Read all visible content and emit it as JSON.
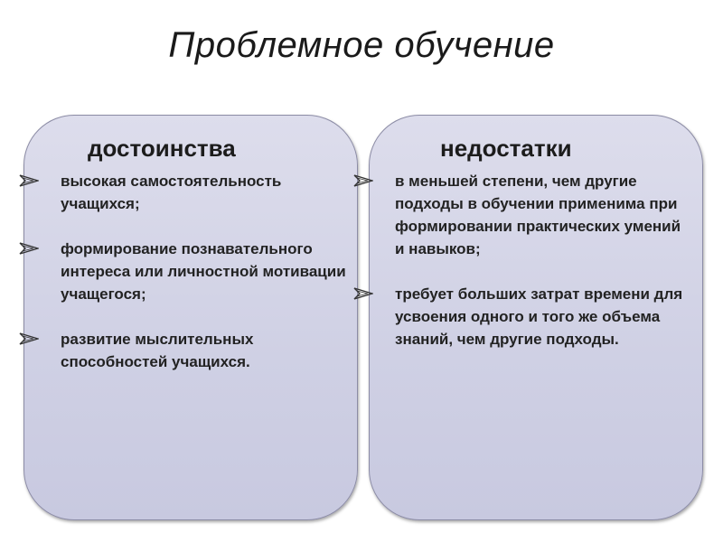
{
  "title": "Проблемное обучение",
  "panels": {
    "advantages": {
      "heading": "достоинства",
      "items": [
        "высокая самостоятельность учащихся;",
        "формирование познавательного интереса или личностной мотивации учащегося;",
        "развитие мыслительных способностей учащихся."
      ]
    },
    "disadvantages": {
      "heading": "недостатки",
      "items": [
        "в меньшей степени, чем другие подходы в обучении применима при формировании практических умений и навыков;",
        "требует больших затрат времени для усвоения одного и того же объема знаний, чем другие подходы."
      ]
    }
  },
  "icons": {
    "bullet": "arrowhead-bullet-icon"
  },
  "colors": {
    "panel_fill": "#d3d4e6",
    "panel_border": "#8c8ca6",
    "text": "#222222"
  }
}
